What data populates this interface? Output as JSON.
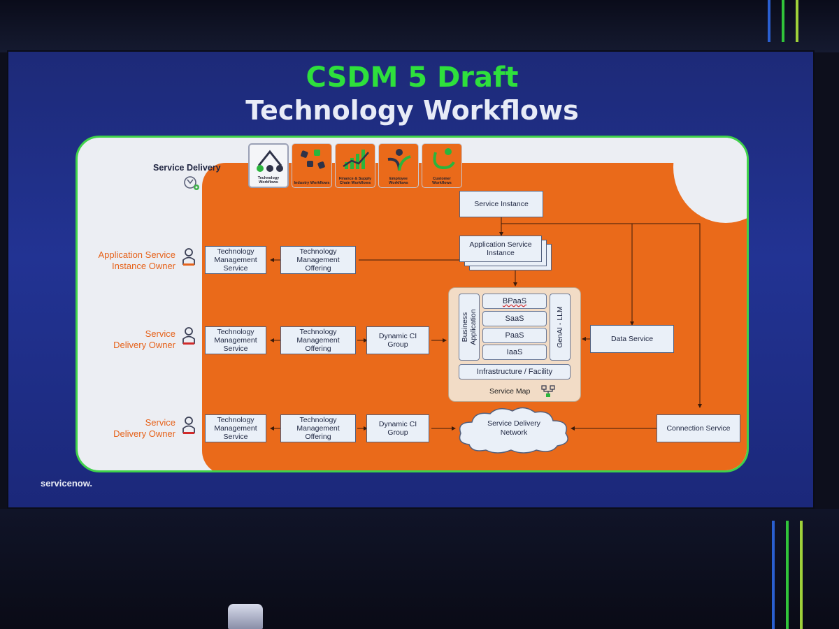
{
  "title_line1": "CSDM 5 Draft",
  "title_line2": "Technology Workflows",
  "colors": {
    "title_green": "#2ee03c",
    "orange": "#ea6a1a",
    "panel_border": "#3fd24a",
    "role_text": "#e6621a"
  },
  "service_delivery": {
    "label": "Service Delivery",
    "icon": "service-delivery-gear-icon"
  },
  "workflow_tiles": [
    {
      "label": "Technology Workflows",
      "icon": "technology-workflows-icon",
      "active": true
    },
    {
      "label": "Industry Workflows",
      "icon": "industry-workflows-icon",
      "active": false
    },
    {
      "label": "Finance & Supply Chain Workflows",
      "icon": "finance-supply-chain-icon",
      "active": false
    },
    {
      "label": "Employee Workflows",
      "icon": "employee-workflows-icon",
      "active": false
    },
    {
      "label": "Customer Workflows",
      "icon": "customer-workflows-icon",
      "active": false
    }
  ],
  "roles": [
    {
      "line1": "Application Service",
      "line2": "Instance Owner",
      "icon": "person-icon"
    },
    {
      "line1": "Service",
      "line2": "Delivery Owner",
      "icon": "person-icon"
    },
    {
      "line1": "Service",
      "line2": "Delivery Owner",
      "icon": "person-icon"
    }
  ],
  "rows": [
    {
      "tms": "Technology Management Service",
      "tmo": "Technology Management Offering"
    },
    {
      "tms": "Technology Management Service",
      "tmo": "Technology Management Offering",
      "dci": "Dynamic CI Group"
    },
    {
      "tms": "Technology Management Service",
      "tmo": "Technology Management Offering",
      "dci": "Dynamic CI Group"
    }
  ],
  "service_instance": "Service Instance",
  "application_service_instance": "Application Service Instance",
  "service_map": {
    "label": "Service Map",
    "icon": "service-map-icon",
    "business_application": "Business Application",
    "genai": "GenAI - LLM",
    "layers": [
      "BPaaS",
      "SaaS",
      "PaaS",
      "IaaS"
    ],
    "infrastructure": "Infrastructure / Facility"
  },
  "data_service": "Data Service",
  "service_delivery_network": "Service Delivery Network",
  "connection_service": "Connection Service",
  "brand": "servicenow."
}
